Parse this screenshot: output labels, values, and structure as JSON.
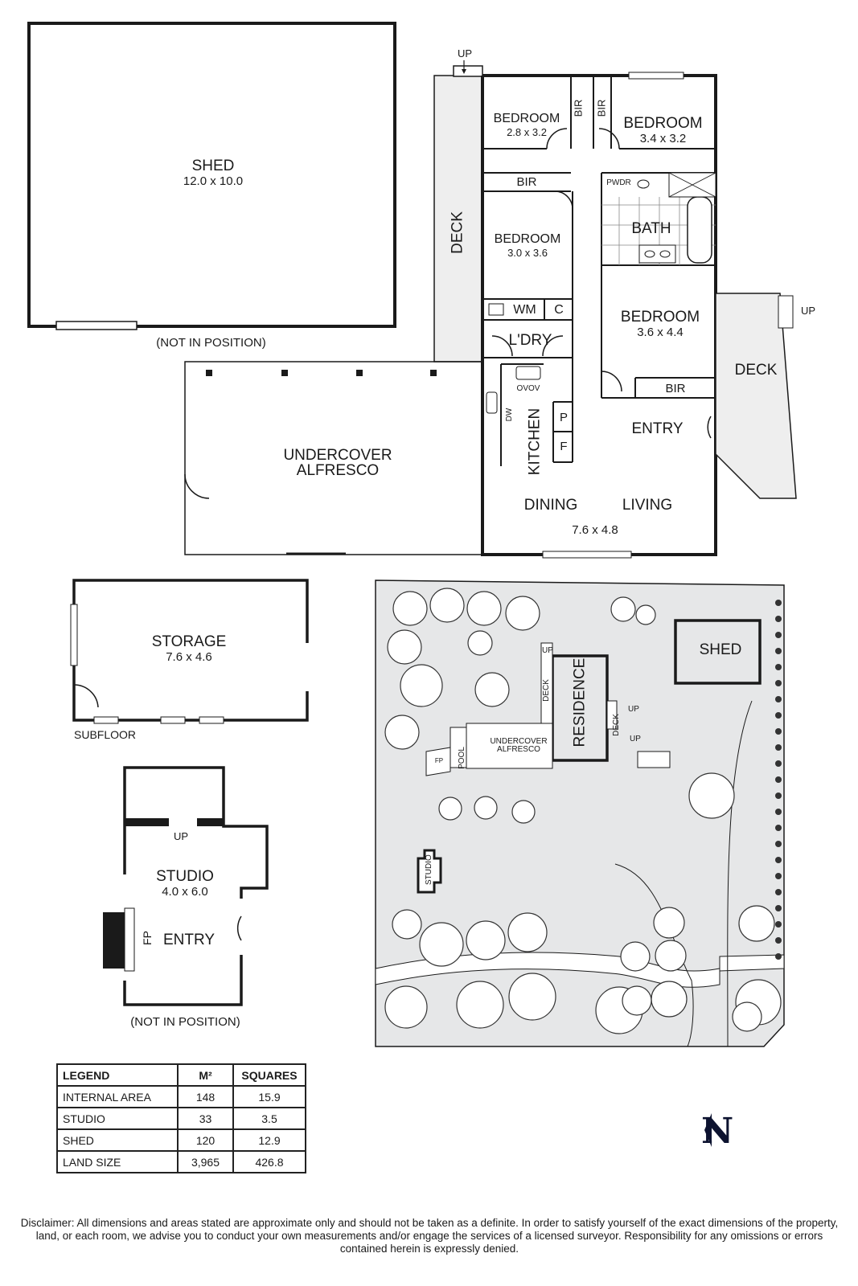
{
  "floorplan": {
    "shed": {
      "name": "SHED",
      "dims": "12.0 x 10.0",
      "note": "(NOT IN POSITION)"
    },
    "deck_west": {
      "name": "DECK",
      "stair": "UP"
    },
    "deck_east": {
      "name": "DECK",
      "stair": "UP"
    },
    "bedroom1": {
      "name": "BEDROOM",
      "dims": "2.8 x 3.2"
    },
    "bedroom2": {
      "name": "BEDROOM",
      "dims": "3.4 x 3.2"
    },
    "bedroom3": {
      "name": "BEDROOM",
      "dims": "3.0 x 3.6"
    },
    "bedroom4": {
      "name": "BEDROOM",
      "dims": "3.6 x 4.4"
    },
    "bir_labels": [
      "BIR",
      "BIR",
      "BIR",
      "BIR"
    ],
    "pwdr": "PWDR",
    "bath": "BATH",
    "laundry": {
      "name": "L'DRY",
      "wm": "WM",
      "c": "C"
    },
    "kitchen": {
      "name": "KITCHEN",
      "dw": "DW",
      "ovov": "OVOV",
      "p": "P",
      "f": "F"
    },
    "entry": "ENTRY",
    "dining": "DINING",
    "living": "LIVING",
    "dining_living_dims": "7.6 x 4.8",
    "alfresco": {
      "line1": "UNDERCOVER",
      "line2": "ALFRESCO"
    },
    "storage": {
      "name": "STORAGE",
      "dims": "7.6 x 4.6",
      "note": "SUBFLOOR"
    },
    "studio": {
      "name": "STUDIO",
      "dims": "4.0 x 6.0",
      "entry": "ENTRY",
      "fp": "FP",
      "up": "UP",
      "note": "(NOT IN POSITION)"
    }
  },
  "site_plan": {
    "shed": "SHED",
    "residence": "RESIDENCE",
    "alfresco_line1": "UNDERCOVER",
    "alfresco_line2": "ALFRESCO",
    "pool": "POOL",
    "fp": "FP",
    "deck": "DECK",
    "up": "UP",
    "studio": "STUDIO"
  },
  "legend": {
    "headers": [
      "LEGEND",
      "M²",
      "SQUARES"
    ],
    "rows": [
      {
        "label": "INTERNAL AREA",
        "m2": "148",
        "squares": "15.9"
      },
      {
        "label": "STUDIO",
        "m2": "33",
        "squares": "3.5"
      },
      {
        "label": "SHED",
        "m2": "120",
        "squares": "12.9"
      },
      {
        "label": "LAND SIZE",
        "m2": "3,965",
        "squares": "426.8"
      }
    ]
  },
  "north_label": "N",
  "disclaimer": "Disclaimer: All dimensions and areas stated are approximate only and should not be taken as a definite. In order to satisfy yourself of the exact dimensions of the property, land, or each room, we advise you to conduct your own measurements and/or engage the services of a licensed surveyor. Responsibility for any omissions or errors contained herein is expressly denied."
}
